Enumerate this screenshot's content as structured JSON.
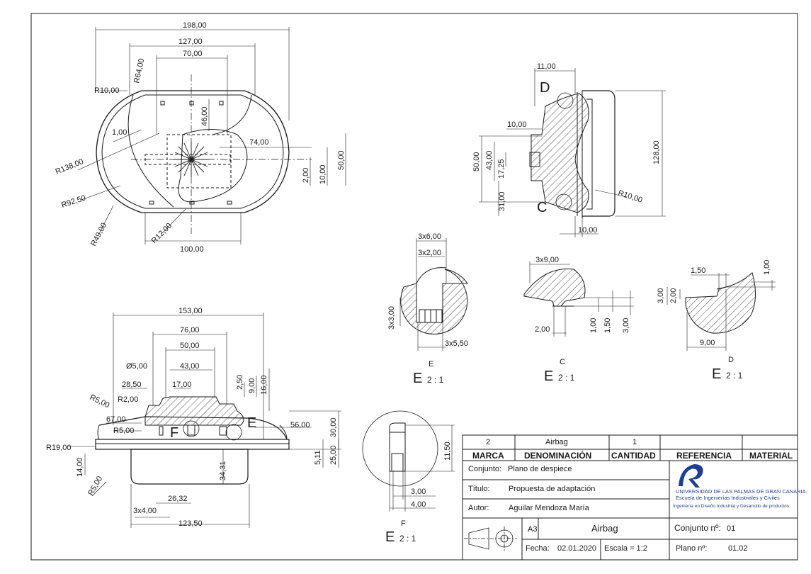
{
  "top_view": {
    "dims": [
      "198,00",
      "127,00",
      "70,00",
      "R64,00",
      "R10,00",
      "46,00",
      "1,00",
      "74,00",
      "R138,00",
      "2,00",
      "10,00",
      "50,00",
      "R92,50",
      "R49,00",
      "R12,00",
      "100,00"
    ]
  },
  "side_section": {
    "dims": [
      "11,00",
      "10,00",
      "50,00",
      "43,00",
      "17,25",
      "31,00",
      "128,00",
      "R10,00",
      "10,00"
    ],
    "labels": {
      "d": "D",
      "c": "C"
    }
  },
  "detail_e": {
    "dims": [
      "3x6,00",
      "3x2,00",
      "3x3,00",
      "3x5,50"
    ],
    "caption": "E",
    "label": "E",
    "scale": "2 : 1"
  },
  "detail_c": {
    "dims": [
      "3x9,00",
      "2,00",
      "1,00",
      "1,50",
      "3,00"
    ],
    "caption": "C",
    "label": "E",
    "scale": "2 : 1"
  },
  "detail_d": {
    "dims": [
      "1,50",
      "1,00",
      "3,00",
      "2,00",
      "9,00"
    ],
    "caption": "D",
    "label": "E",
    "scale": "2 : 1"
  },
  "front_view": {
    "dims": [
      "153,00",
      "76,00",
      "50,00",
      "43,00",
      "17,00",
      "Ø5,00",
      "28,50",
      "R2,00",
      "R5,00",
      "2,50",
      "9,00",
      "16,00",
      "67,00",
      "R5,00",
      "56,00",
      "30,00",
      "R19,00",
      "25,00",
      "5,11",
      "14,00",
      "34,31",
      "R5,00",
      "26,32",
      "3x4,00",
      "123,50"
    ],
    "labels": {
      "f": "F",
      "e": "E"
    }
  },
  "detail_f": {
    "dims": [
      "11,50",
      "3,00",
      "4,00"
    ],
    "caption": "F",
    "label": "E",
    "scale": "2 : 1"
  },
  "title_block": {
    "bom_row": {
      "marca": "2",
      "denominacion": "Airbag",
      "cantidad": "1",
      "referencia": "",
      "material": ""
    },
    "headers": {
      "marca": "MARCA",
      "denominacion": "DENOMINACIÓN",
      "cantidad": "CANTIDAD",
      "referencia": "REFERENCIA",
      "material": "MATERIAL"
    },
    "conjunto_label": "Conjunto:",
    "conjunto_value": "Plano de despiece",
    "titulo_label": "Título:",
    "titulo_value": "Propuesta de adaptación",
    "autor_label": "Autor:",
    "autor_value": "Aguilar Mendoza María",
    "university": "UNIVERSIDAD DE LAS PALMAS DE GRAN CANARIA",
    "school": "Escuela de Ingenierías Industriales y Civiles",
    "degree": "Ingeniería en Diseño Industrial y Desarrollo de productos",
    "format": "A3",
    "part_name": "Airbag",
    "conjunto_no_label": "Conjunto nº:",
    "conjunto_no_value": "01",
    "fecha_label": "Fecha:",
    "fecha_value": "02.01.2020",
    "escala_label": "Escala = 1:2",
    "plano_no_label": "Plano nº:",
    "plano_no_value": "01.02"
  },
  "colors": {
    "line": "#1a1a1a",
    "logo": "#1f3f8f"
  }
}
